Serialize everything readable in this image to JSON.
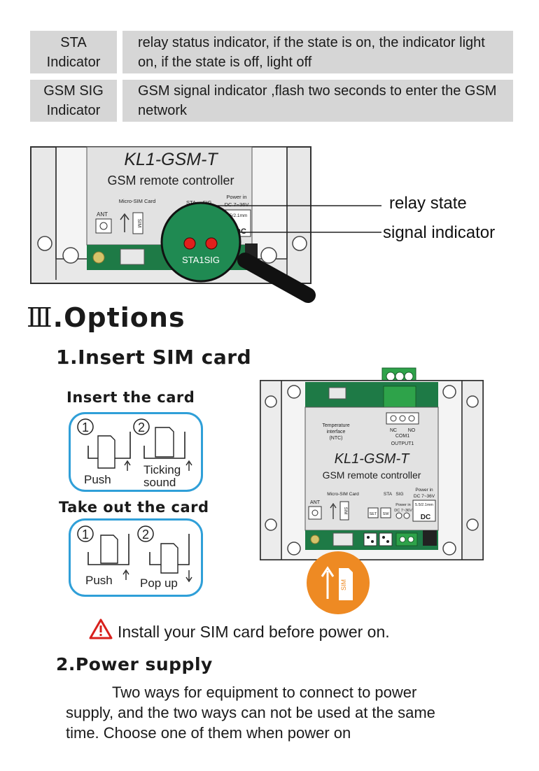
{
  "table": {
    "rows": [
      {
        "label": "STA\nIndicator",
        "desc": "relay status indicator, if the state is on, the indicator light on, if the state is off, light off"
      },
      {
        "label": "GSM SIG\nIndicator",
        "desc": "GSM signal indicator ,flash two seconds to enter the GSM network"
      }
    ]
  },
  "device_top": {
    "model": "KL1-GSM-T",
    "subtitle": "GSM remote controller",
    "microsim_label": "Micro-SIM Card",
    "ant_label": "ANT",
    "sim_label": "SIM",
    "sta_label": "STA",
    "sig_label": "SIG",
    "power_label": "Power in",
    "power_range": "DC 7~36V",
    "jack_label": "5.5/2.1mm",
    "dc_label": "DC",
    "magnifier_label": "STA1SIG",
    "callout_relay": "relay  state",
    "callout_signal": "signal  indicator"
  },
  "section": {
    "numeral": "Ⅲ",
    "title": ".Options"
  },
  "insert_sim": {
    "title": "1.Insert SIM card",
    "insert_heading": "Insert the card",
    "takeout_heading": "Take out the card",
    "step1": "1",
    "step2": "2",
    "push": "Push",
    "ticking1": "Ticking",
    "ticking2": "sound",
    "pop_up": "Pop up"
  },
  "device_main": {
    "temp1": "Temperature",
    "temp2": "interface",
    "temp3": "(NTC)",
    "nc": "NC",
    "no": "NO",
    "com": "COM1",
    "output": "OUTPUT1",
    "model": "KL1-GSM-T",
    "subtitle": "GSM remote controller",
    "microsim_label": "Micro-SIM Card",
    "ant_label": "ANT",
    "sim_label": "SIM",
    "sta_label": "STA",
    "sig_label": "SIG",
    "power_label": "Power in",
    "power_range": "DC 7~36V",
    "jack_label": "5.5/2.1mm",
    "dc_label": "DC",
    "set_label": "SET",
    "sw_label": "SW",
    "power_label2": "Power in",
    "power_range2": "DC 7~36V",
    "badge_sim": "SIM"
  },
  "warning": {
    "text": "Install your SIM card before power on."
  },
  "power_supply": {
    "title": "2.Power supply",
    "para_line1": "Two   ways for equipment to connect to power",
    "para_line2": "supply, and the  two ways can not be used at the same",
    "para_line3": "time. Choose one of them when power on"
  },
  "colors": {
    "table_bg": "#d6d6d6",
    "pcb_green": "#1e7a46",
    "magnifier_green": "#1f8a52",
    "led_red": "#e0201c",
    "box_blue": "#2f9fd8",
    "orange": "#ee8a23",
    "warning_red": "#d8201c"
  }
}
